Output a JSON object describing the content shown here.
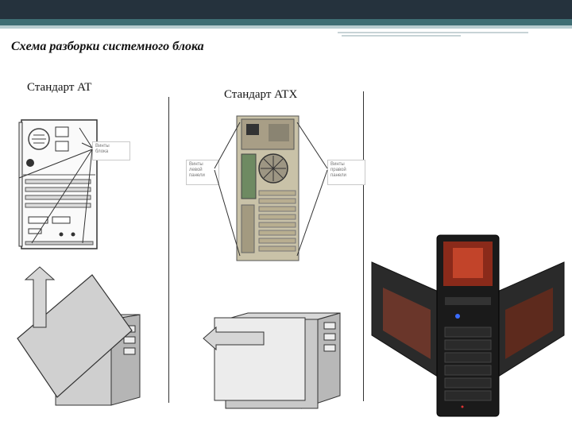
{
  "slide": {
    "title": "Схема разборки системного блока",
    "colors": {
      "header_dark": "#25323d",
      "header_teal": "#3f6e74",
      "header_pale": "#b9cdd0"
    }
  },
  "columns": [
    {
      "label": "Стандарт AT",
      "callouts": [
        "Винты",
        "блока"
      ]
    },
    {
      "label": "Стандарт ATX",
      "callouts": [
        "Винты",
        "левой",
        "панели"
      ],
      "callouts_right": [
        "Винты",
        "правой",
        "панели"
      ]
    }
  ],
  "icons": [
    "up-arrow-icon",
    "left-arrow-icon"
  ]
}
